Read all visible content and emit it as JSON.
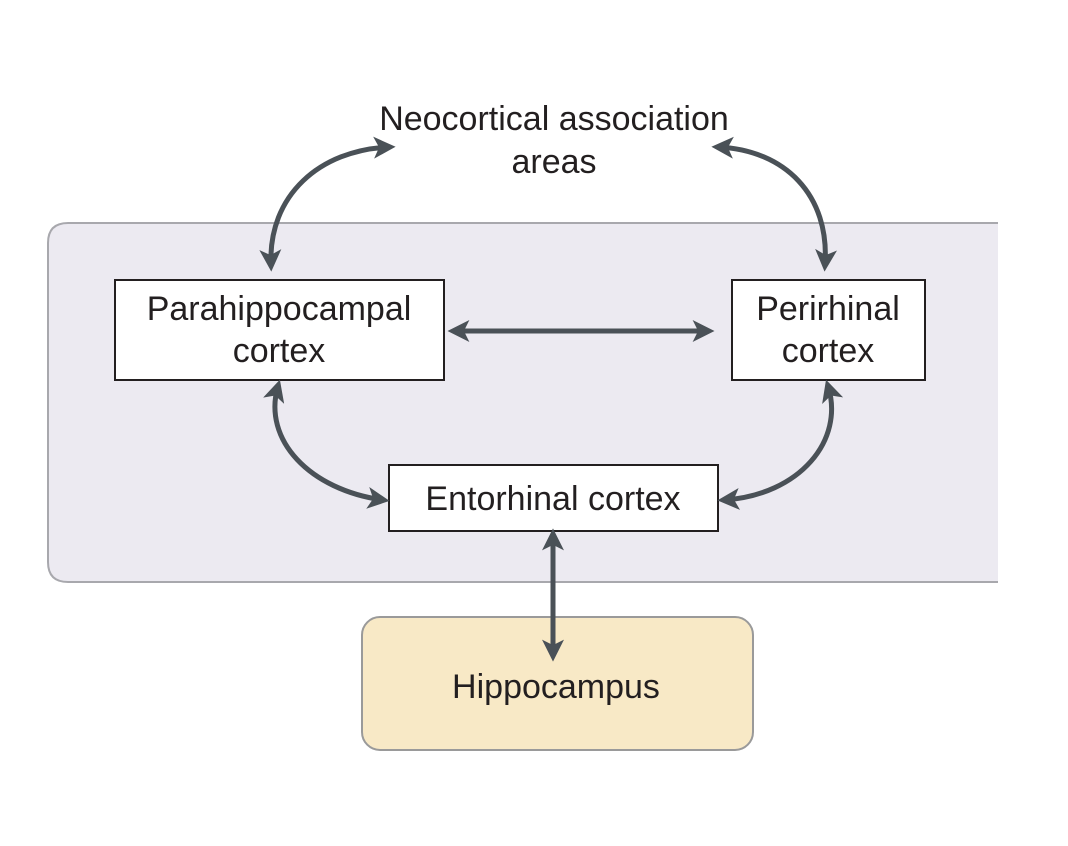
{
  "colors": {
    "panel_fill": "#eceaf1",
    "panel_stroke": "#a8a8ad",
    "hippocampus_fill": "#f8e9c6",
    "arrow": "#4a5157",
    "text": "#231f20"
  },
  "nodes": {
    "neocortical": {
      "line1": "Neocortical association",
      "line2": "areas"
    },
    "parahippocampal": {
      "line1": "Parahippocampal",
      "line2": "cortex"
    },
    "perirhinal": {
      "line1": "Perirhinal",
      "line2": "cortex"
    },
    "entorhinal": {
      "label": "Entorhinal cortex"
    },
    "hippocampus": {
      "label": "Hippocampus"
    }
  },
  "connections": [
    {
      "from": "neocortical",
      "to": "parahippocampal",
      "direction": "bidirectional"
    },
    {
      "from": "neocortical",
      "to": "perirhinal",
      "direction": "bidirectional"
    },
    {
      "from": "parahippocampal",
      "to": "perirhinal",
      "direction": "bidirectional"
    },
    {
      "from": "parahippocampal",
      "to": "entorhinal",
      "direction": "bidirectional"
    },
    {
      "from": "perirhinal",
      "to": "entorhinal",
      "direction": "bidirectional"
    },
    {
      "from": "entorhinal",
      "to": "hippocampus",
      "direction": "bidirectional"
    }
  ]
}
